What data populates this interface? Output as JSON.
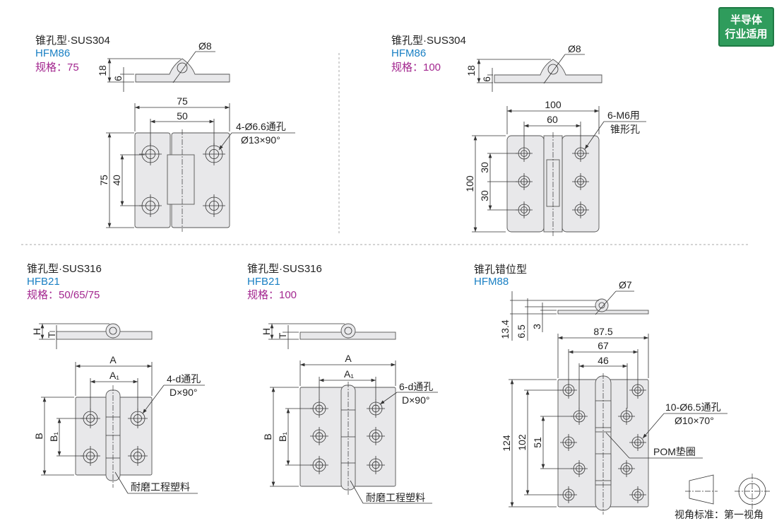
{
  "badge": {
    "line1": "半导体",
    "line2": "行业适用",
    "color": "#2f9c5c"
  },
  "panels": [
    {
      "title": "锥孔型·SUS304",
      "model": "HFM86",
      "spec": "规格：75",
      "dims": {
        "total_h": "18",
        "plate_t": "6",
        "pin_d": "Ø8",
        "width": "75",
        "hole_pitch_x": "50",
        "height": "75",
        "hole_pitch_y": "40"
      },
      "callout": {
        "line1": "4-Ø6.6通孔",
        "line2": "Ø13×90°"
      }
    },
    {
      "title": "锥孔型·SUS304",
      "model": "HFM86",
      "spec": "规格：100",
      "dims": {
        "total_h": "18",
        "plate_t": "6",
        "pin_d": "Ø8",
        "width": "100",
        "hole_pitch_x": "60",
        "height": "100",
        "hole_pitch_y1": "30",
        "hole_pitch_y2": "30"
      },
      "callout": {
        "line1": "6-M6用",
        "line2": "锥形孔"
      }
    },
    {
      "title": "锥孔型·SUS316",
      "model": "HFB21",
      "spec": "规格：50/65/75",
      "dims": {
        "total_h": "H",
        "plate_t": "T",
        "width": "A",
        "hole_pitch_x": "A₁",
        "height": "B",
        "hole_pitch_y": "B₁"
      },
      "callout": {
        "line1": "4-d通孔",
        "line2": "D×90°"
      },
      "note": "耐磨工程塑料"
    },
    {
      "title": "锥孔型·SUS316",
      "model": "HFB21",
      "spec": "规格：100",
      "dims": {
        "total_h": "H",
        "plate_t": "T",
        "width": "A",
        "hole_pitch_x": "A₁",
        "height": "B",
        "hole_pitch_y": "B₁"
      },
      "callout": {
        "line1": "6-d通孔",
        "line2": "D×90°"
      },
      "note": "耐磨工程塑料"
    },
    {
      "title": "锥孔错位型",
      "model": "HFM88",
      "dims": {
        "total_h": "13.4",
        "knuckle_h": "6.5",
        "plate_t": "3",
        "pin_d": "Ø7",
        "width": "87.5",
        "pitch_outer": "67",
        "pitch_inner": "46",
        "height": "124",
        "pitch_y_outer": "102",
        "pitch_y_inner": "51"
      },
      "callout": {
        "line1": "10-Ø6.5通孔",
        "line2": "Ø10×70°"
      },
      "note": "POM垫圈"
    }
  ],
  "projection": {
    "label": "视角标准：第一视角"
  }
}
